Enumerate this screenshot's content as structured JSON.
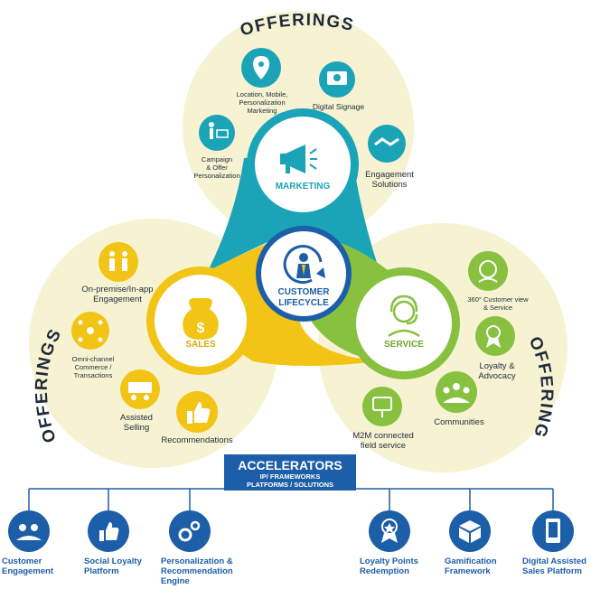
{
  "offerings_label": "OFFERINGS",
  "center": {
    "line1": "CUSTOMER",
    "line2": "LIFECYCLE"
  },
  "hubs": {
    "marketing": "MARKETING",
    "sales": "SALES",
    "service": "SERVICE"
  },
  "marketing_offerings": [
    {
      "label": [
        "Location, Mobile,",
        "Personalization",
        "Marketing"
      ],
      "icon": "map-pin-icon"
    },
    {
      "label": [
        "Digital Signage"
      ],
      "icon": "digital-signage-icon"
    },
    {
      "label": [
        "Campaign",
        "& Offer",
        "Personalization"
      ],
      "icon": "shopping-cart-icon"
    },
    {
      "label": [
        "Engagement",
        "Solutions"
      ],
      "icon": "handshake-icon"
    }
  ],
  "sales_offerings": [
    {
      "label": [
        "On-premise/In-app",
        "Engagement"
      ],
      "icon": "people-meeting-icon"
    },
    {
      "label": [
        "Omni-channel",
        "Commerce /",
        "Transactions"
      ],
      "icon": "network-icon"
    },
    {
      "label": [
        "Assisted",
        "Selling"
      ],
      "icon": "assisted-selling-icon"
    },
    {
      "label": [
        "Recommendations"
      ],
      "icon": "thumbs-up-icon"
    }
  ],
  "service_offerings": [
    {
      "label": [
        "360° Customer view",
        "& Service"
      ],
      "icon": "customer-view-icon"
    },
    {
      "label": [
        "Loyalty &",
        "Advocacy"
      ],
      "icon": "loyalty-ribbon-icon"
    },
    {
      "label": [
        "Communities"
      ],
      "icon": "communities-icon"
    },
    {
      "label": [
        "M2M connected",
        "field service"
      ],
      "icon": "m2m-device-icon"
    }
  ],
  "accelerators": {
    "title": "ACCELERATORS",
    "sub1": "IP/ FRAMEWORKS",
    "sub2": "PLATFORMS / SOLUTIONS"
  },
  "accelerator_items": [
    {
      "label": [
        "Customer",
        "Engagement"
      ],
      "icon": "customer-engagement-icon"
    },
    {
      "label": [
        "Social Loyalty",
        "Platform"
      ],
      "icon": "social-loyalty-icon"
    },
    {
      "label": [
        "Personalization &",
        "Recommendation",
        "Engine"
      ],
      "icon": "gears-icon"
    },
    {
      "label": [
        "Loyalty Points",
        "Redemption"
      ],
      "icon": "badge-icon"
    },
    {
      "label": [
        "Gamification",
        "Framework"
      ],
      "icon": "cube-icon"
    },
    {
      "label": [
        "Digital Assisted",
        "Sales Platform"
      ],
      "icon": "mobile-icon"
    }
  ],
  "colors": {
    "cream": "#f7f3d2",
    "teal": "#1ba3b7",
    "yellow": "#f2c416",
    "green": "#88c03f",
    "navy": "#1d5ea8",
    "dark": "#1d2a3a"
  }
}
